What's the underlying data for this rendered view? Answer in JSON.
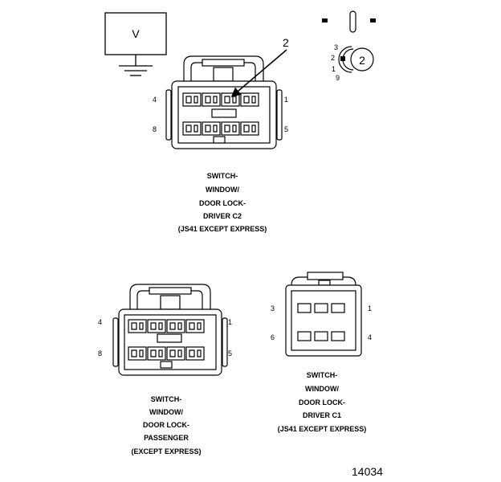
{
  "voltmeter": {
    "label": "V"
  },
  "key": {
    "callout": "2",
    "pin_numbers": [
      "3",
      "2",
      "1",
      "9"
    ]
  },
  "connector_c2": {
    "callout": "2",
    "pins": {
      "top_left": "4",
      "top_right": "1",
      "bottom_left": "8",
      "bottom_right": "5"
    },
    "caption": [
      "SWITCH-",
      "WINDOW/",
      "DOOR LOCK-",
      "DRIVER C2",
      "(JS41 EXCEPT EXPRESS)"
    ]
  },
  "connector_passenger": {
    "pins": {
      "top_left": "4",
      "top_right": "1",
      "bottom_left": "8",
      "bottom_right": "5"
    },
    "caption": [
      "SWITCH-",
      "WINDOW/",
      "DOOR LOCK-",
      "PASSENGER",
      "(EXCEPT EXPRESS)"
    ]
  },
  "connector_c1": {
    "pins": {
      "top_left": "3",
      "top_right": "1",
      "bottom_left": "6",
      "bottom_right": "4"
    },
    "caption": [
      "SWITCH-",
      "WINDOW/",
      "DOOR LOCK-",
      "DRIVER C1",
      "(JS41 EXCEPT EXPRESS)"
    ]
  },
  "figure_number": "14034"
}
